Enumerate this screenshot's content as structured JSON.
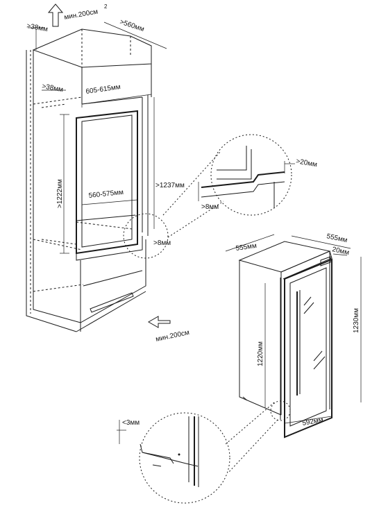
{
  "colors": {
    "line": "#1a1a1a",
    "background": "#ffffff"
  },
  "labels": {
    "air_top": "мин.200см",
    "air_top_sup": "2",
    "gap_top": ">38мм",
    "depth_top": ">560мм",
    "gap_mid": ">38мм",
    "width_outer": "605-615мм",
    "width_inner": "560-575мм",
    "height_niche": ">1222мм",
    "height_total": ">1237мм",
    "detail_gap_20": ">20мм",
    "detail_gap_8": ">8мм",
    "gap_8": ">8мм",
    "air_bottom": "мин.200см",
    "unit_width": "555мм",
    "unit_depth": "555мм",
    "unit_door_gap": "20мм",
    "unit_height_body": "1220мм",
    "unit_height_total": "1230мм",
    "unit_width_door": "592мм",
    "detail_gap_3": "<3мм"
  }
}
